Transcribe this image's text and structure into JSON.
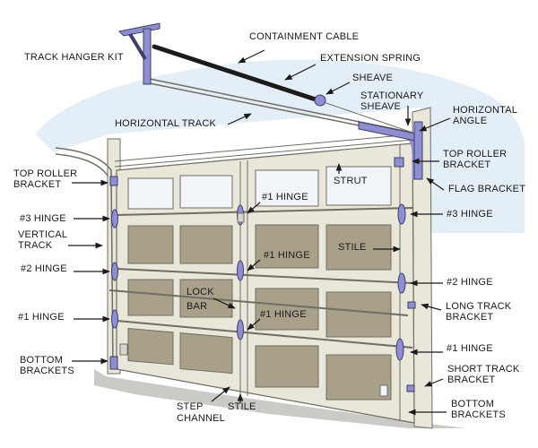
{
  "title": "Garage Door Parts Diagram",
  "colors": {
    "background": "#ffffff",
    "sky": "#e4eef7",
    "door_frame": "#e9e6da",
    "door_outline": "#6f6d64",
    "panel_fill": "#a9a08a",
    "window_fill": "#f1f4f8",
    "hardware": "#8f8fd0",
    "hardware_outline": "#3d3d6d",
    "spring": "#1b1b1b",
    "shadow": "#bdbdb8",
    "label_text": "#1a1a1a",
    "arrow": "#1a1a1a"
  },
  "labels": {
    "track_hanger_kit": "TRACK HANGER KIT",
    "containment_cable": "CONTAINMENT CABLE",
    "extension_spring": "EXTENSION SPRING",
    "sheave": "SHEAVE",
    "stationary_sheave": [
      "STATIONARY",
      "SHEAVE"
    ],
    "horizontal_angle": [
      "HORIZONTAL",
      "ANGLE"
    ],
    "horizontal_track": "HORIZONTAL TRACK",
    "top_roller_bracket_left": [
      "TOP ROLLER",
      "BRACKET"
    ],
    "top_roller_bracket_right": [
      "TOP ROLLER",
      "BRACKET"
    ],
    "flag_bracket": "FLAG BRACKET",
    "strut": "STRUT",
    "hinge_1_top": "#1 HINGE",
    "hinge_1_mid": "#1 HINGE",
    "hinge_1_low": "#1 HINGE",
    "hinge_3_left": "#3 HINGE",
    "hinge_3_right": "#3 HINGE",
    "vertical_track": [
      "VERTICAL",
      "TRACK"
    ],
    "stile_center": "STILE",
    "hinge_2_left": "#2 HINGE",
    "hinge_2_right": "#2 HINGE",
    "lock_bar": [
      "LOCK",
      "BAR"
    ],
    "long_track_bracket": [
      "LONG TRACK",
      "BRACKET"
    ],
    "hinge_1_left": "#1 HINGE",
    "hinge_1_right": "#1 HINGE",
    "bottom_brackets_left": [
      "BOTTOM",
      "BRACKETS"
    ],
    "short_track_bracket": [
      "SHORT TRACK",
      "BRACKET"
    ],
    "step_channel": [
      "STEP",
      "CHANNEL"
    ],
    "stile_bottom": "STILE",
    "bottom_brackets_right": [
      "BOTTOM",
      "BRACKETS"
    ]
  }
}
